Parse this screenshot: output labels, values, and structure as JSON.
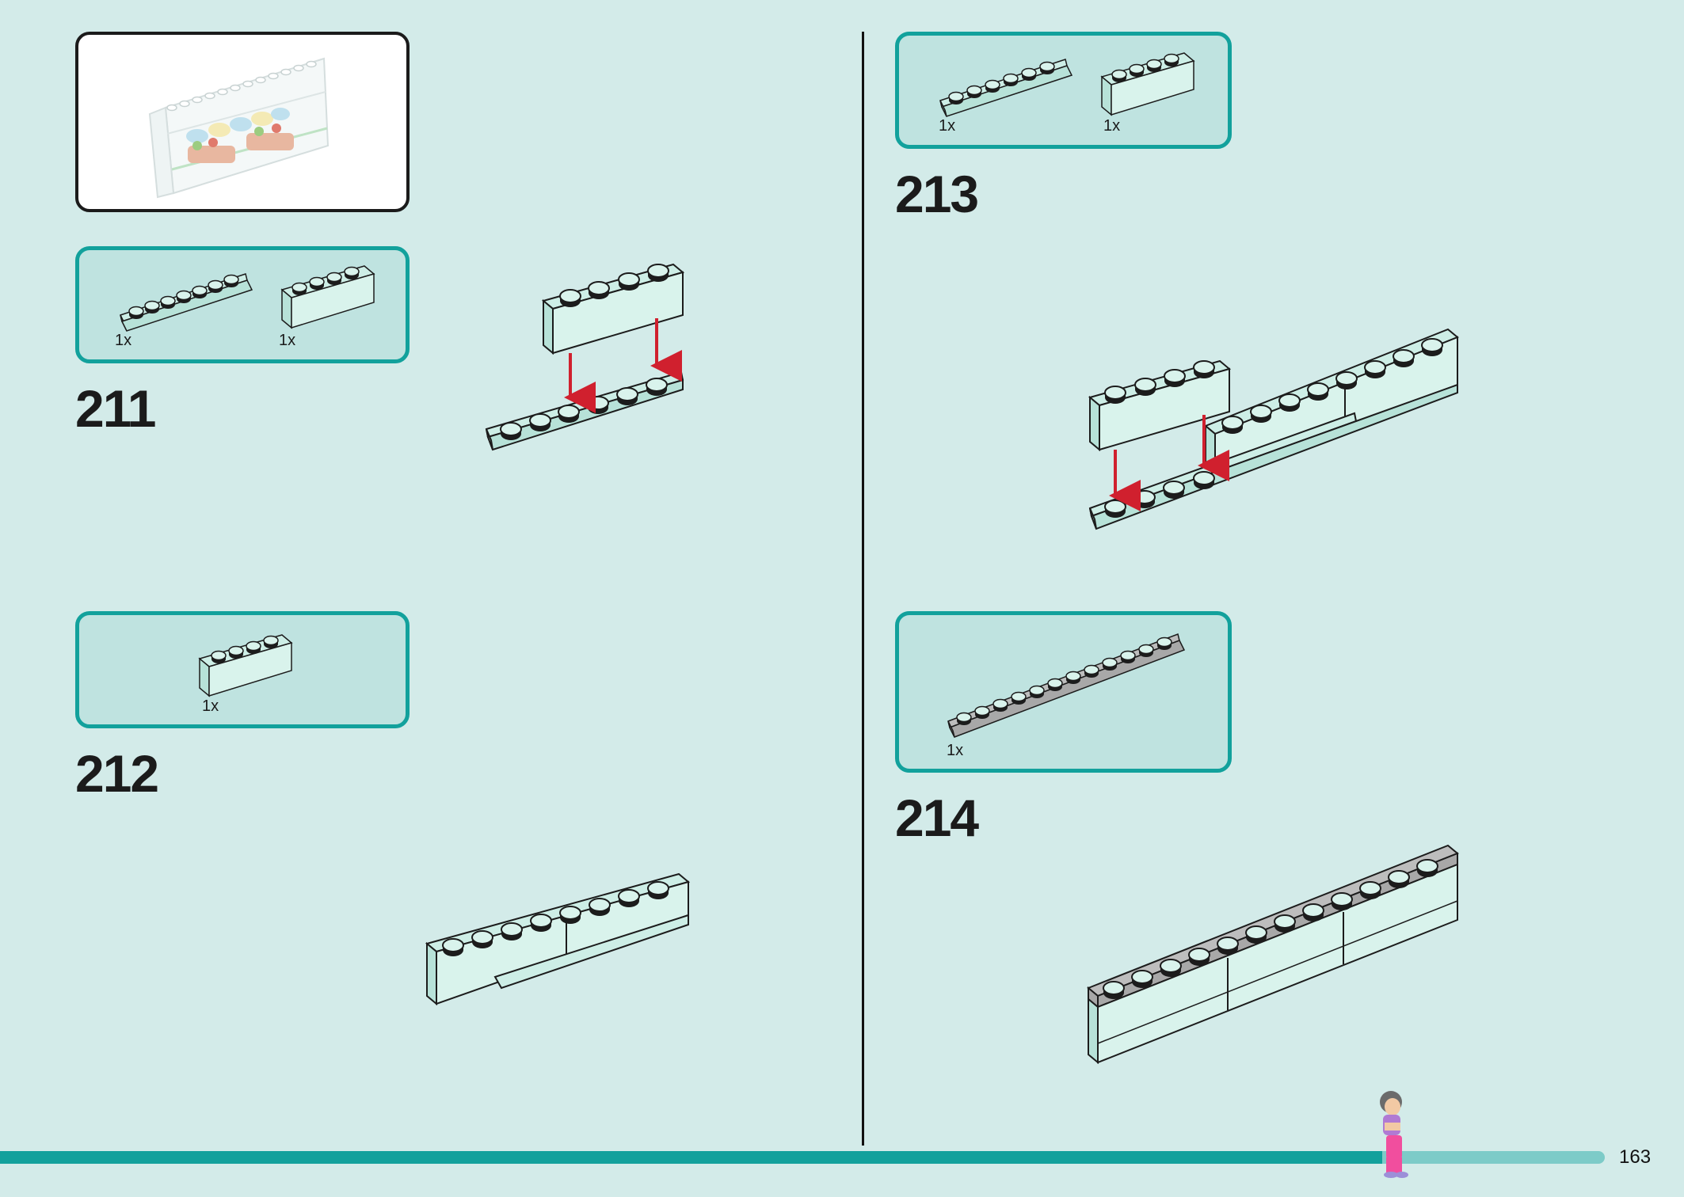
{
  "steps": [
    {
      "number": "211",
      "parts": [
        {
          "qty": "1x"
        },
        {
          "qty": "1x"
        }
      ]
    },
    {
      "number": "212",
      "parts": [
        {
          "qty": "1x"
        }
      ]
    },
    {
      "number": "213",
      "parts": [
        {
          "qty": "1x"
        },
        {
          "qty": "1x"
        }
      ]
    },
    {
      "number": "214",
      "parts": [
        {
          "qty": "1x"
        }
      ]
    }
  ],
  "page": {
    "number": "163"
  },
  "colors": {
    "background": "#d3ebe9",
    "callout_bg": "#bfe3e0",
    "callout_border": "#12a19c",
    "brick": "#cdeee6",
    "grey_plate": "#a8a8a8",
    "arrow": "#d0202e",
    "progress": "#12a19c"
  }
}
